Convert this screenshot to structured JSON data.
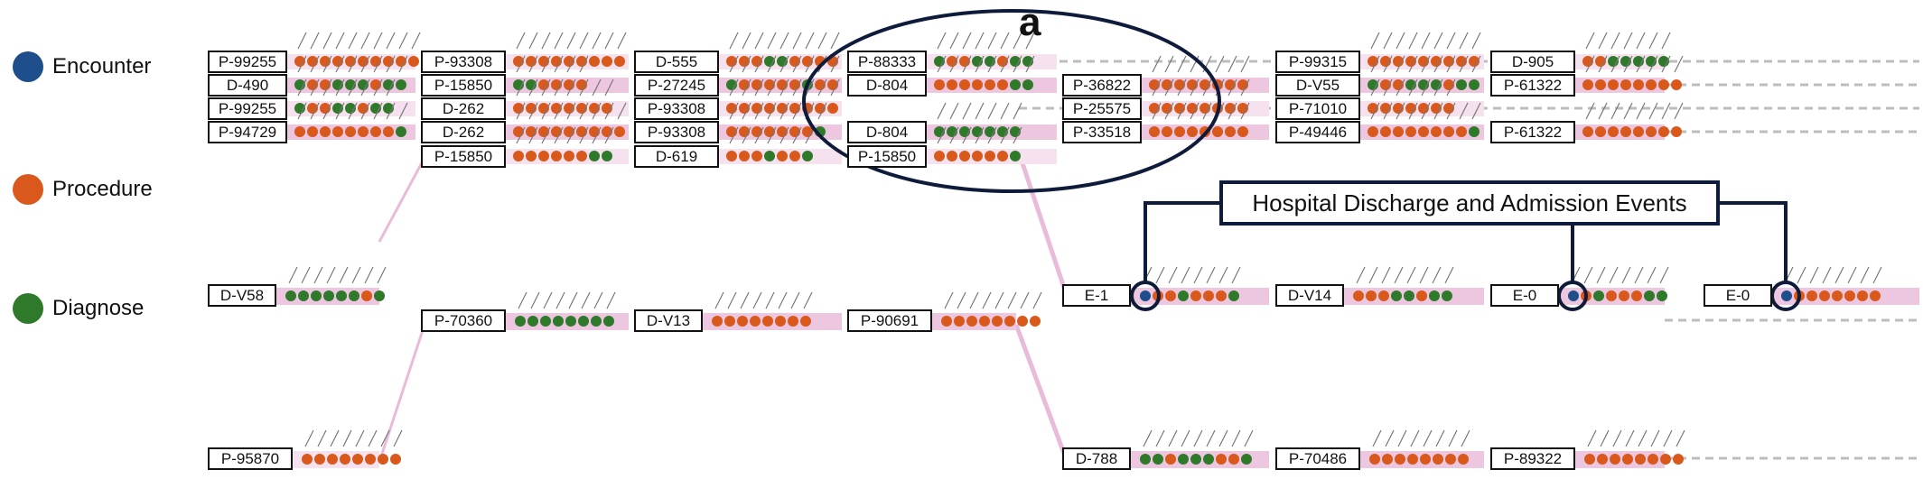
{
  "legend": [
    {
      "id": "encounter",
      "label": "Encounter",
      "color": "#1f4e8c"
    },
    {
      "id": "procedure",
      "label": "Procedure",
      "color": "#d9581c"
    },
    {
      "id": "diagnose",
      "label": "Diagnose",
      "color": "#2e7a2a"
    }
  ],
  "colors": {
    "band": "#ecc7df",
    "band_light": "#f6e2ef",
    "dash": "#bdbdbd",
    "outline": "#0f1b3a",
    "link": "#e8bcd9"
  },
  "annotation_letter": "a",
  "banner_label": "Hospital Discharge and Admission Events",
  "columns": [
    {
      "nodes": [
        {
          "id": "P-99255",
          "dots": "PPPPPPPPPP"
        },
        {
          "id": "D-490",
          "dots": "GPPGGGPGG"
        },
        {
          "id": "P-99255",
          "dots": "GPPGGPGG"
        },
        {
          "id": "P-94729",
          "dots": "PPPPPPPPG"
        }
      ]
    },
    {
      "nodes": [
        {
          "id": "P-93308",
          "dots": "PPPPPPPPP"
        },
        {
          "id": "P-15850",
          "dots": "GGPPPP"
        },
        {
          "id": "D-262",
          "dots": "PPPPPPPP"
        },
        {
          "id": "D-262",
          "dots": "PPPPPPPPP"
        },
        {
          "id": "P-15850",
          "dots": "PPPPPPGG"
        }
      ]
    },
    {
      "nodes": [
        {
          "id": "D-555",
          "dots": "PPPGGPPPP"
        },
        {
          "id": "P-27245",
          "dots": "GPPPPPGPP"
        },
        {
          "id": "P-93308",
          "dots": "PPPPPPPPP"
        },
        {
          "id": "P-93308",
          "dots": "PPPPPPPG"
        },
        {
          "id": "D-619",
          "dots": "PPPGPPG"
        }
      ]
    },
    {
      "nodes": [
        {
          "id": "P-88333",
          "dots": "GPPGGPGG"
        },
        {
          "id": "D-804",
          "dots": "PPPPPPGG"
        },
        {
          "id": "D-804",
          "dots": "GGGGGGG"
        },
        {
          "id": "P-15850",
          "dots": "PPPPPPG"
        }
      ]
    },
    {
      "nodes": [
        {
          "id": "P-36822",
          "dots": "PPPPPPPP"
        },
        {
          "id": "P-25575",
          "dots": "PPPPPPPP"
        },
        {
          "id": "P-33518",
          "dots": "PPPPPPPP"
        }
      ]
    },
    {
      "nodes": [
        {
          "id": "P-99315",
          "dots": "PPPPPPPPP"
        },
        {
          "id": "D-V55",
          "dots": "GPPGGGPGG"
        },
        {
          "id": "P-71010",
          "dots": "PPPPPPP"
        },
        {
          "id": "P-49446",
          "dots": "PPPPPPPPG"
        }
      ]
    },
    {
      "nodes": [
        {
          "id": "D-905",
          "dots": "PPGGGGG"
        },
        {
          "id": "P-61322",
          "dots": "PPPPPPPP"
        },
        {
          "id": "P-61322",
          "dots": "PPPPPPPP"
        }
      ]
    }
  ],
  "mid_row": [
    {
      "id": "D-V58",
      "dots": "GGGGGGPG"
    },
    {
      "id": "P-70360",
      "dots": "GGGGGGGG"
    },
    {
      "id": "D-V13",
      "dots": "PPPPPPPP"
    },
    {
      "id": "P-90691",
      "dots": "PPPPPPPP"
    },
    {
      "id": "E-1",
      "dots": "EPPGPPPG"
    },
    {
      "id": "D-V14",
      "dots": "PPPGGPGG"
    },
    {
      "id": "E-0",
      "dots": "EPGPPPGG"
    },
    {
      "id": "E-0",
      "dots": "EPPPPPPP"
    }
  ],
  "bottom_row": [
    {
      "id": "P-95870",
      "dots": "PPPPPPPP"
    },
    {
      "id": "D-788",
      "dots": "GGPGGGPPG"
    },
    {
      "id": "P-70486",
      "dots": "PPPPPPPP"
    },
    {
      "id": "P-89322",
      "dots": "PPPPPPPP"
    }
  ]
}
